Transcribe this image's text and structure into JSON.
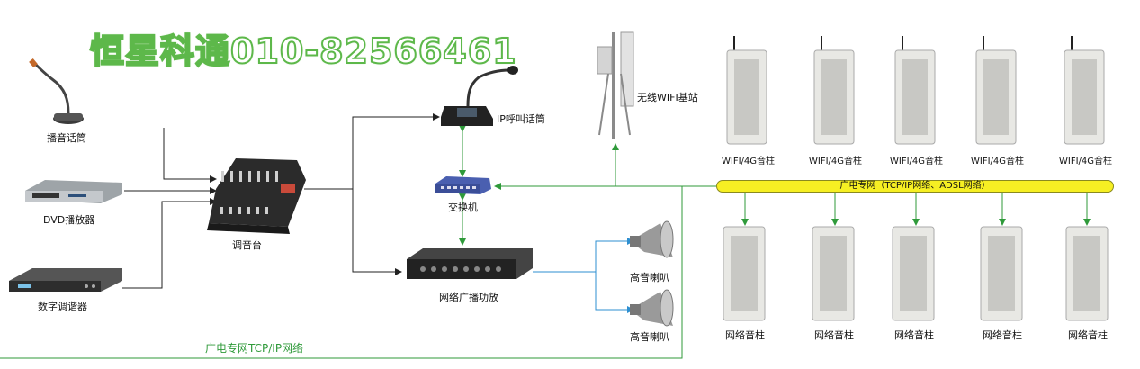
{
  "brand": {
    "text": "恒星科通010-82566461"
  },
  "devices": {
    "mic_label": "播音话筒",
    "dvd_label": "DVD播放器",
    "tuner_label": "数字调谐器",
    "mixer_label": "调音台",
    "ip_mic_label": "IP呼叫话筒",
    "switch_label": "交换机",
    "amp_label": "网络广播功放",
    "wifi_base_label": "无线WIFI基站",
    "horn_labels": [
      "高音喇叭",
      "高音喇叭"
    ]
  },
  "wifi_speakers": [
    "WIFI/4G音柱",
    "WIFI/4G音柱",
    "WIFI/4G音柱",
    "WIFI/4G音柱",
    "WIFI/4G音柱"
  ],
  "network_speakers": [
    "网络音柱",
    "网络音柱",
    "网络音柱",
    "网络音柱",
    "网络音柱"
  ],
  "bus": {
    "label": "广电专网（TCP/IP网络、ADSL网络）"
  },
  "network_label": "广电专网TCP/IP网络",
  "colors": {
    "green_line": "#2f9a3a",
    "black_line": "#222222",
    "blue_line": "#2e8fd0",
    "bus_fill": "#f6ef23",
    "brand_outline": "#5db84a"
  }
}
